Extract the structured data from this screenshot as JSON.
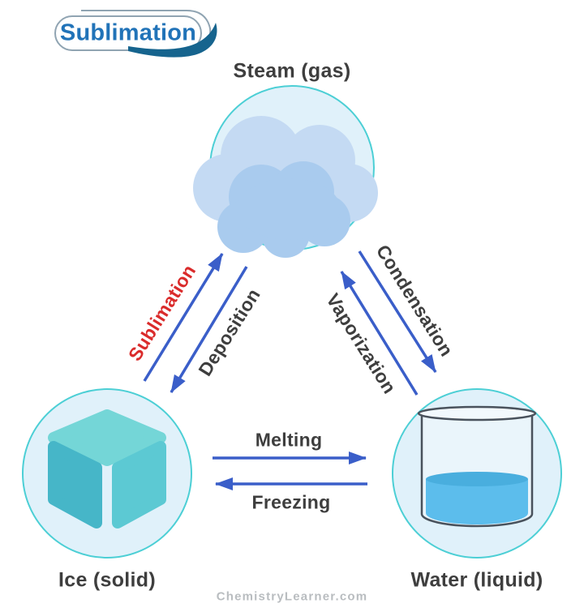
{
  "title": {
    "text": "Sublimation"
  },
  "watermark": "ChemistryLearner.com",
  "diagram": {
    "type": "state-change-triangle",
    "nodes": [
      {
        "id": "steam",
        "label": "Steam (gas)",
        "icon": "cloud-icon"
      },
      {
        "id": "ice",
        "label": "Ice (solid)",
        "icon": "ice-cube-icon"
      },
      {
        "id": "water",
        "label": "Water (liquid)",
        "icon": "beaker-icon"
      }
    ],
    "transitions": [
      {
        "label": "Sublimation",
        "from": "ice",
        "to": "steam",
        "emphasized": true
      },
      {
        "label": "Deposition",
        "from": "steam",
        "to": "ice",
        "emphasized": false
      },
      {
        "label": "Condensation",
        "from": "steam",
        "to": "water",
        "emphasized": false
      },
      {
        "label": "Vaporization",
        "from": "water",
        "to": "steam",
        "emphasized": false
      },
      {
        "label": "Melting",
        "from": "ice",
        "to": "water",
        "emphasized": false
      },
      {
        "label": "Freezing",
        "from": "water",
        "to": "ice",
        "emphasized": false
      }
    ]
  },
  "colors": {
    "arrow": "#3a5ec9",
    "label_text": "#3e3e3e",
    "emphasis_text": "#da2b2b",
    "title_text": "#2173b8",
    "title_swoosh": "#16648e",
    "badge_outline": "#90a4b2",
    "circle_fill": "#e0f1fa",
    "circle_stroke": "#4ccfd5",
    "cloud_back": "#c4daf3",
    "cloud_front": "#a9cbee",
    "cube_top": "#74d6d7",
    "cube_left": "#46b6c8",
    "cube_right": "#5cc9d3",
    "water_body": "#5cbdec",
    "water_surface": "#49aede",
    "beaker_outline": "#49525c",
    "watermark_text": "#b9bdc0"
  }
}
